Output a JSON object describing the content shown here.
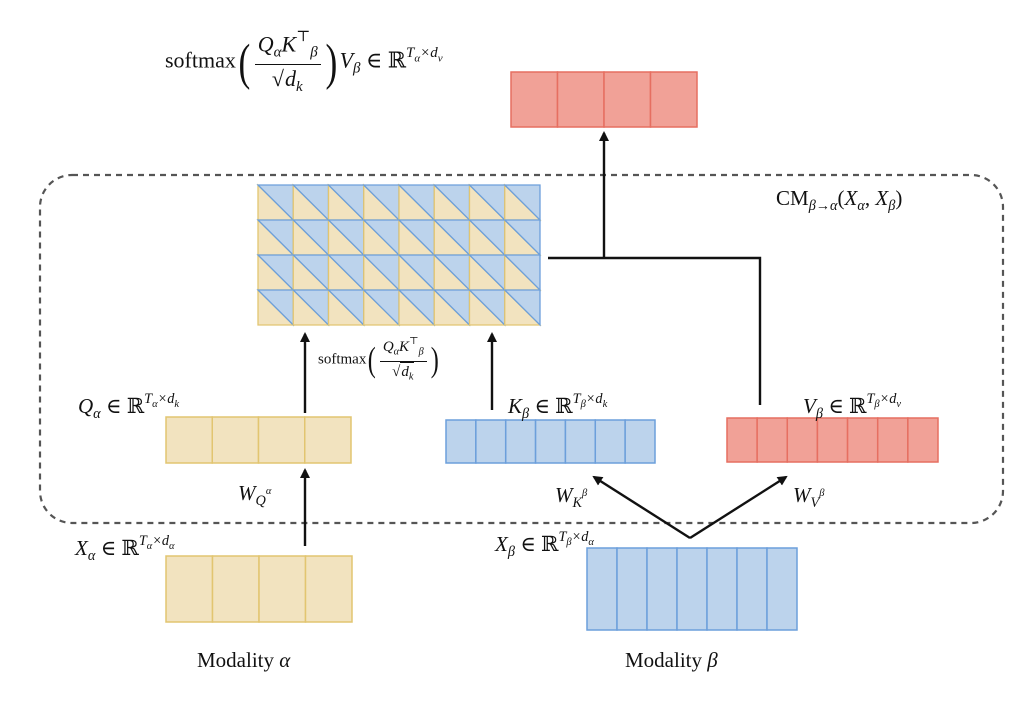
{
  "colors": {
    "yellow_fill": "#f2e3bf",
    "yellow_stroke": "#e2c570",
    "blue_fill": "#bcd3ec",
    "blue_stroke": "#6c9fdb",
    "red_fill": "#f1a197",
    "red_stroke": "#e66f61",
    "dash": "#555555"
  },
  "labels": {
    "output_formula": {
      "pre": [
        [
          "softmax",
          "r"
        ]
      ],
      "num": [
        [
          "Q",
          "i"
        ],
        [
          "α",
          "sub"
        ],
        [
          "K",
          "i"
        ],
        [
          "⊤",
          "sup"
        ],
        [
          "β",
          "sub"
        ]
      ],
      "den": [
        [
          "√",
          "r"
        ],
        [
          "d",
          "i"
        ],
        [
          "k",
          "sub"
        ]
      ],
      "post": [
        [
          "V",
          "i"
        ],
        [
          "β",
          "sub"
        ],
        [
          " ∈ ℝ",
          "r"
        ],
        [
          "T",
          "sup"
        ],
        [
          "α",
          "supsub"
        ],
        [
          "×d",
          "sup"
        ],
        [
          "v",
          "supsub"
        ]
      ]
    },
    "cross_modal": [
      [
        "CM",
        "r"
      ],
      [
        "β→α",
        "sub"
      ],
      [
        "(",
        "r"
      ],
      [
        "X",
        "i"
      ],
      [
        "α",
        "sub"
      ],
      [
        ", ",
        "r"
      ],
      [
        "X",
        "i"
      ],
      [
        "β",
        "sub"
      ],
      [
        ")",
        "r"
      ]
    ],
    "attention_formula": {
      "pre": [
        [
          "softmax",
          "r"
        ]
      ],
      "num": [
        [
          "Q",
          "i"
        ],
        [
          "α",
          "sub"
        ],
        [
          "K",
          "i"
        ],
        [
          "⊤",
          "sup"
        ],
        [
          "β",
          "sub"
        ]
      ],
      "den": [
        [
          "√",
          "r"
        ],
        [
          "d",
          "i"
        ],
        [
          "k",
          "sub"
        ]
      ],
      "post": []
    },
    "query": [
      [
        "Q",
        "i"
      ],
      [
        "α",
        "sub"
      ],
      [
        " ∈ ℝ",
        "r"
      ],
      [
        "T",
        "sup"
      ],
      [
        "α",
        "supsub"
      ],
      [
        "×d",
        "sup"
      ],
      [
        "k",
        "supsub"
      ]
    ],
    "key": [
      [
        "K",
        "i"
      ],
      [
        "β",
        "sub"
      ],
      [
        " ∈ ℝ",
        "r"
      ],
      [
        "T",
        "sup"
      ],
      [
        "β",
        "supsub"
      ],
      [
        "×d",
        "sup"
      ],
      [
        "k",
        "supsub"
      ]
    ],
    "value": [
      [
        "V",
        "i"
      ],
      [
        "β",
        "sub"
      ],
      [
        " ∈ ℝ",
        "r"
      ],
      [
        "T",
        "sup"
      ],
      [
        "β",
        "supsub"
      ],
      [
        "×d",
        "sup"
      ],
      [
        "v",
        "supsub"
      ]
    ],
    "w_q": [
      [
        "W",
        "i"
      ],
      [
        "Q",
        "sub"
      ],
      [
        "α",
        "supsub"
      ]
    ],
    "w_k": [
      [
        "W",
        "i"
      ],
      [
        "K",
        "sub"
      ],
      [
        "β",
        "supsub"
      ]
    ],
    "w_v": [
      [
        "W",
        "i"
      ],
      [
        "V",
        "sub"
      ],
      [
        "β",
        "supsub"
      ]
    ],
    "x_alpha": [
      [
        "X",
        "i"
      ],
      [
        "α",
        "sub"
      ],
      [
        " ∈ ℝ",
        "r"
      ],
      [
        "T",
        "sup"
      ],
      [
        "α",
        "supsub"
      ],
      [
        "×d",
        "sup"
      ],
      [
        "α",
        "supsub"
      ]
    ],
    "x_beta": [
      [
        "X",
        "i"
      ],
      [
        "β",
        "sub"
      ],
      [
        " ∈ ℝ",
        "r"
      ],
      [
        "T",
        "sup"
      ],
      [
        "β",
        "supsub"
      ],
      [
        "×d",
        "sup"
      ],
      [
        "α",
        "supsub"
      ]
    ],
    "modality_alpha": [
      [
        "Modality ",
        "r"
      ],
      [
        "α",
        "i"
      ]
    ],
    "modality_beta": [
      [
        "Modality ",
        "r"
      ],
      [
        "β",
        "i"
      ]
    ]
  }
}
